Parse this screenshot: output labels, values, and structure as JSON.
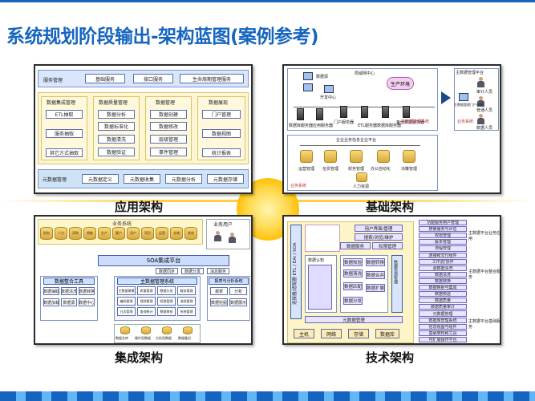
{
  "slide": {
    "title": "系统规划阶段输出-架构蓝图(案例参考)",
    "labels": {
      "app": "应用架构",
      "infra": "基础架构",
      "integ": "集成架构",
      "tech": "技术架构"
    }
  },
  "app": {
    "top_left": "服务管理",
    "top_items": [
      "基础服务",
      "接口服务",
      "生命周期管理服务"
    ],
    "groups": [
      {
        "title": "数据集成管理",
        "items": [
          "ETL抽取",
          "服务抽取",
          "其它方式抽取"
        ]
      },
      {
        "title": "数据质量管理",
        "items": [
          "数据分析",
          "数据标准化",
          "数据清洗",
          "数据验证"
        ]
      },
      {
        "title": "数据管理",
        "items": [
          "数据创建",
          "数据修改",
          "层级管理",
          "事件管理"
        ]
      },
      {
        "title": "数据展现",
        "items": [
          "门户管理",
          "数据视图",
          "统计报表"
        ]
      }
    ],
    "meta_left": "元数据管理",
    "meta_items": [
      "元数据定义",
      "元数据收集",
      "元数据分析",
      "元数据存储"
    ]
  },
  "infra": {
    "top_notes": [
      "数据源",
      "开发中心",
      "局域网中心"
    ],
    "servers": [
      "数据库服务器",
      "应用服务器",
      "门户服务器",
      "ETL服务器",
      "数据库服务器",
      "备份数据服务器"
    ],
    "cloud_label": "生产环境",
    "main_label": "主数据管理系统",
    "bus_label": "企业业务信息企业平台",
    "bus_nodes": [
      "运营管理",
      "信贷管理",
      "财务管理",
      "办公自动化",
      "决策管理"
    ],
    "bus_extra": "人力资源",
    "bus_left": "业务系统",
    "right_title": "主数据管理平台",
    "right_users": [
      "审计人员",
      "普通人员",
      "数据人员"
    ],
    "right_side": "业务系统",
    "right_center": "主数据管理门户系统"
  },
  "integ": {
    "top_left": "业务系统",
    "top_right": "业务用户",
    "cylinders": [
      "财务",
      "人力",
      "采购",
      "销售",
      "生产",
      "客户",
      "资产",
      "项目",
      "运营",
      "仓储",
      "其他"
    ],
    "soa": "SOA集成平台",
    "soa_items": [
      "数据同步",
      "数据分发",
      "消息服务"
    ],
    "left_box": "数据整合工具",
    "left_items": [
      "数据抽取",
      "数据清洗",
      "数据转换",
      "数据加载",
      "数据源",
      "数据中心"
    ],
    "mid_box": "主数据管理系统",
    "mid_items": [
      "主数据建模",
      "质量管理",
      "数据分发",
      "服务管理",
      "编码管理",
      "规则管理",
      "权限管理",
      "流程管理",
      "日志管理",
      "查询统计",
      "数据审核",
      "系统管理"
    ],
    "right_box": "报表与分析系统",
    "right_items": [
      "报表",
      "分析",
      "数据挖掘",
      "数据展示"
    ],
    "bottom_items": [
      "数据仓库",
      "操作型数据",
      "分析型数据",
      "数据备份"
    ]
  },
  "tech": {
    "vertical_left": "连接器/适配器 ETL / EAI / SOA",
    "top_items": [
      "用户界面/管理",
      "搜索/浏览/维护",
      "权限管理",
      "数据服务"
    ],
    "mid_left": "数据认知",
    "mid_items": [
      "数据校验",
      "数据清洗",
      "数据转换",
      "数据匹配",
      "数据合并",
      "数据扩展",
      "数据分发"
    ],
    "mid_right": "数据资源管理",
    "meta": "元数据管理",
    "bottom_items": [
      "主机",
      "网络",
      "存储",
      "数据库"
    ],
    "right_stack": [
      "功能服务用户管理",
      "搜索服务与评估",
      "权限管理",
      "版本管理",
      "流程管理",
      "连接和交付组件",
      "工作流/协作",
      "源数据清洗",
      "数据清洗",
      "数据转换",
      "数据映射与集成",
      "数据校验",
      "数据质量",
      "数据质量审计",
      "元数据管理",
      "数据库管理系统",
      "信息视图与组件",
      "基础架构和工具",
      "可扩展操作平台"
    ],
    "right_labels": [
      "主数据平台业务应用",
      "主数据平台整合服务",
      "主数据平台基础服务"
    ]
  }
}
